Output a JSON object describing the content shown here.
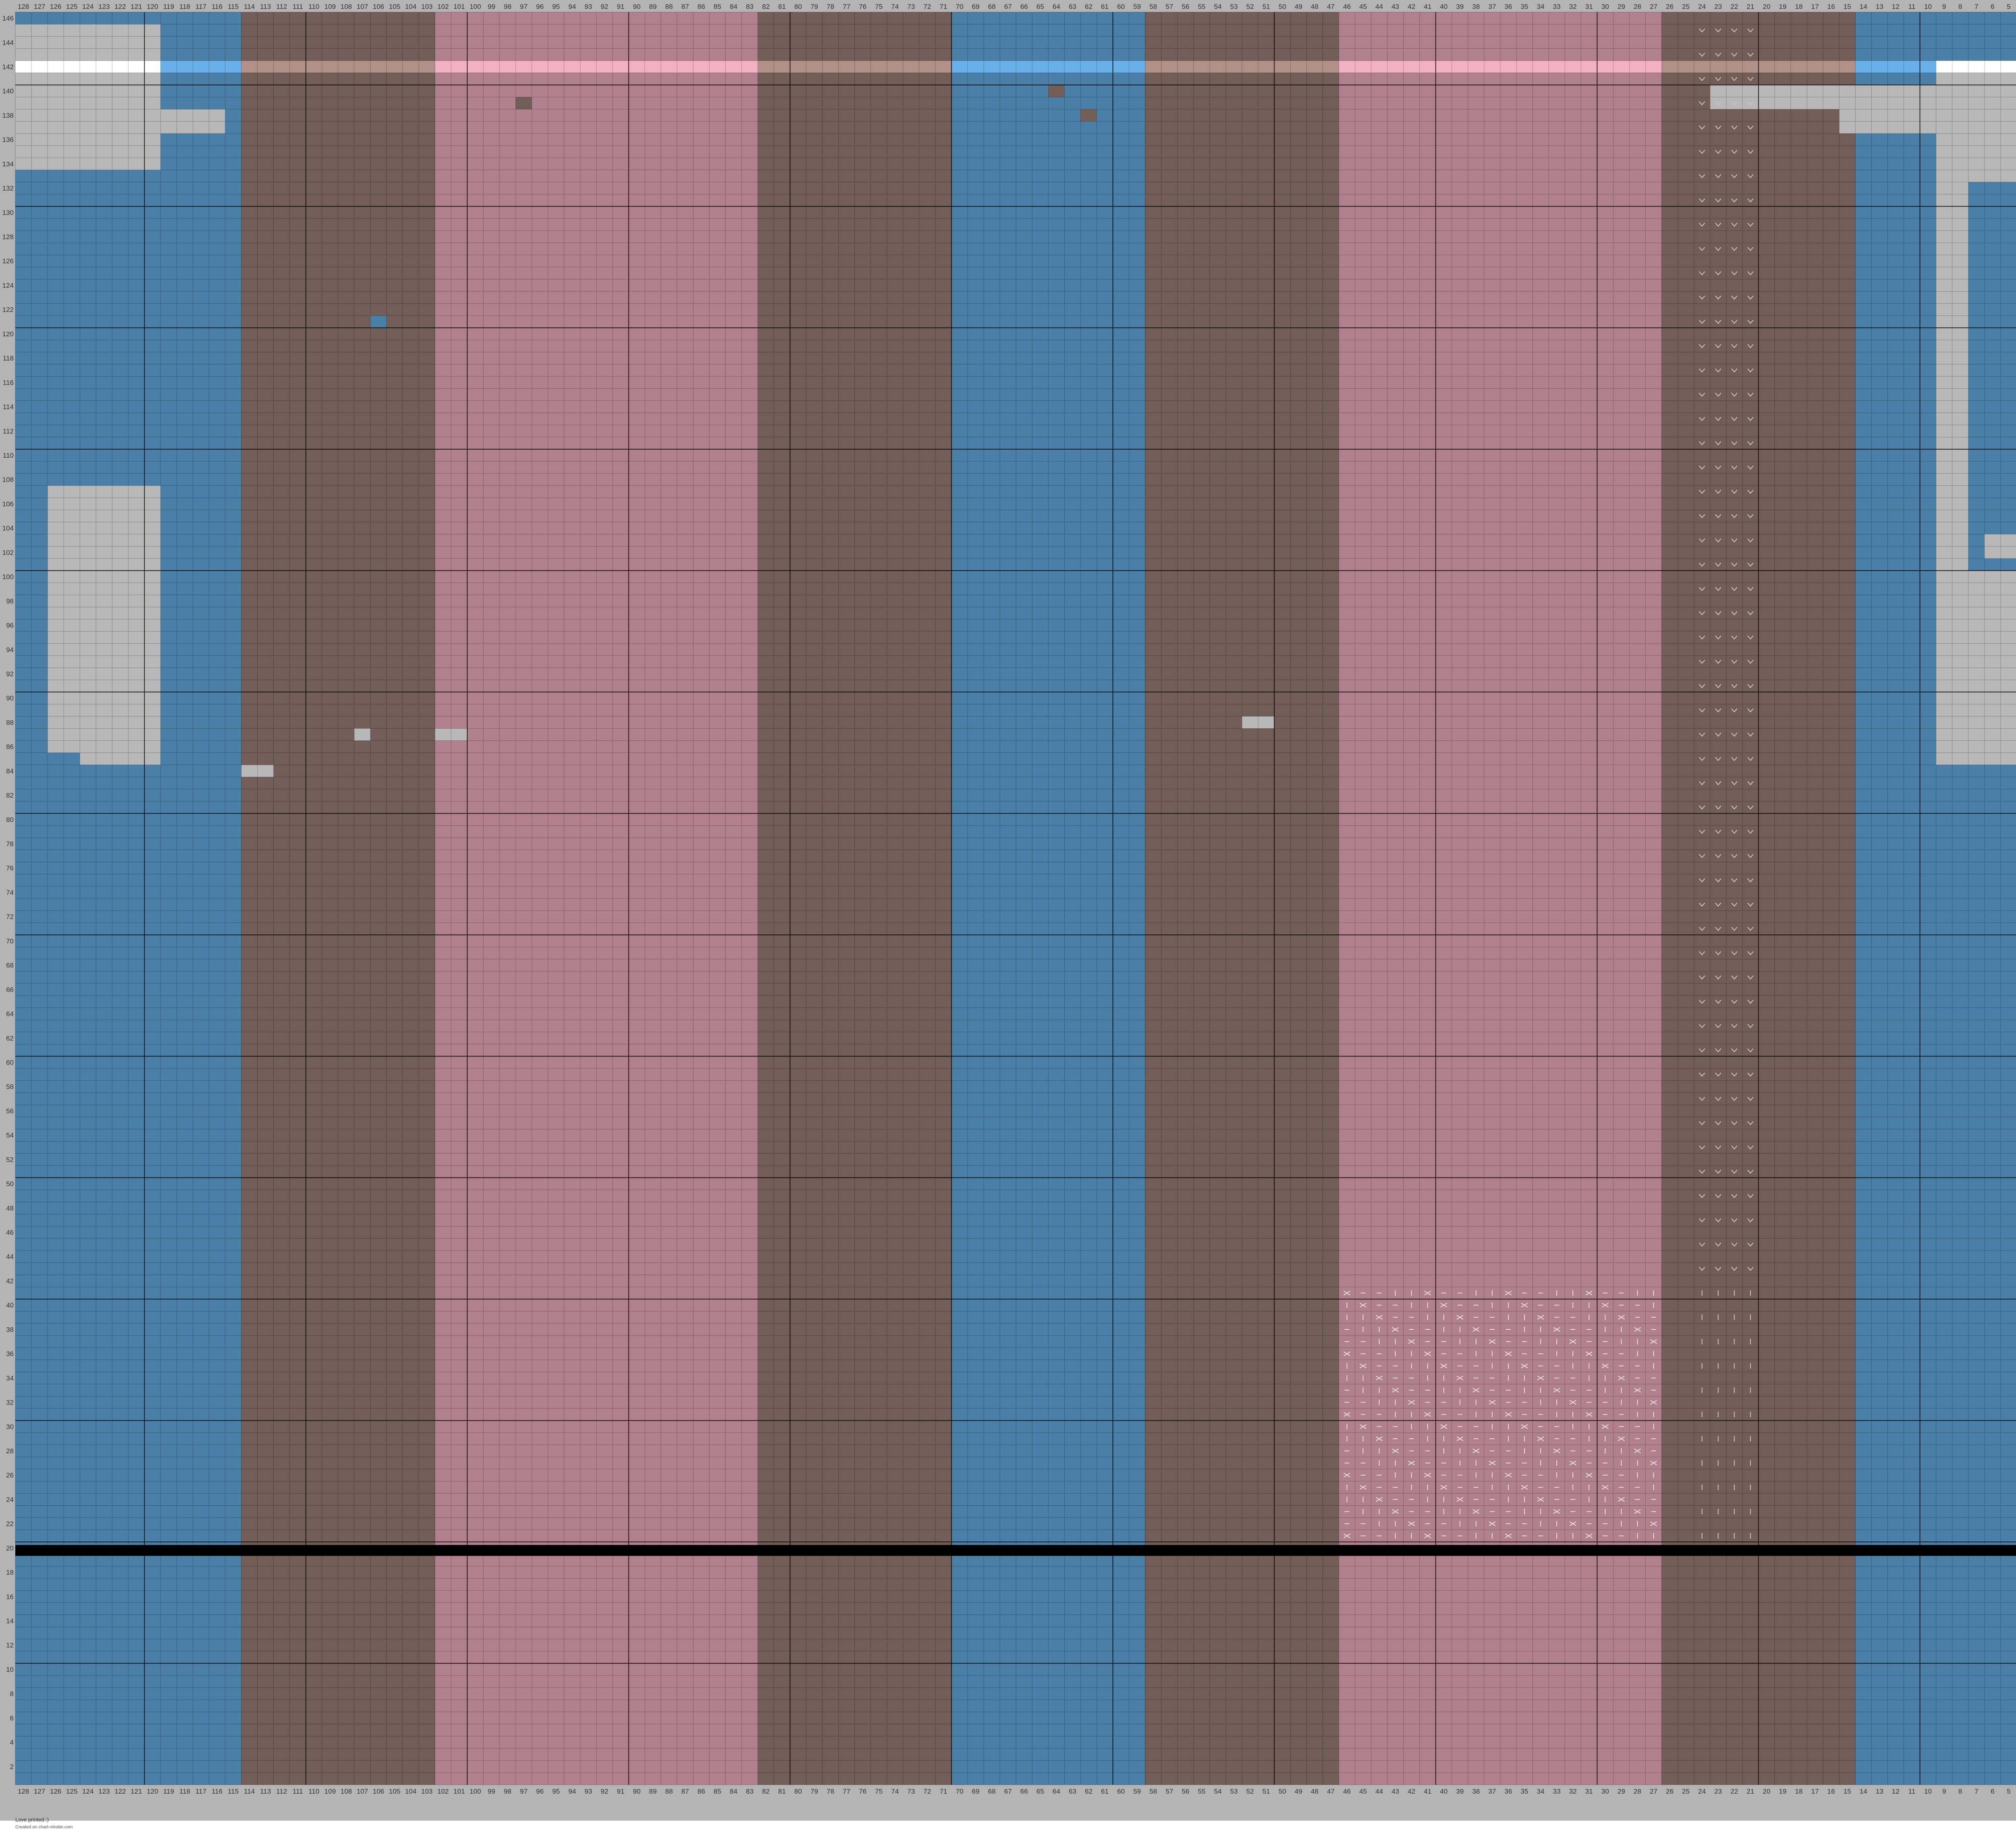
{
  "chart_data": {
    "type": "knitting-chart",
    "columns": 128,
    "rows": 146,
    "stripes": [
      {
        "from": 1,
        "to": 14,
        "color": "blue"
      },
      {
        "from": 15,
        "to": 26,
        "color": "brown"
      },
      {
        "from": 27,
        "to": 46,
        "color": "pink"
      },
      {
        "from": 47,
        "to": 58,
        "color": "brown"
      },
      {
        "from": 59,
        "to": 70,
        "color": "blue"
      },
      {
        "from": 71,
        "to": 82,
        "color": "brown"
      },
      {
        "from": 83,
        "to": 102,
        "color": "pink"
      },
      {
        "from": 103,
        "to": 114,
        "color": "brown"
      },
      {
        "from": 115,
        "to": 128,
        "color": "blue"
      }
    ],
    "highlight_row": 142,
    "divider_row": 20,
    "gray_regions": [
      {
        "cols": [
          120,
          128
        ],
        "rows": [
          134,
          145
        ]
      },
      {
        "cols": [
          116,
          119
        ],
        "rows": [
          137,
          138
        ]
      },
      {
        "cols": [
          120,
          126
        ],
        "rows": [
          86,
          107
        ]
      },
      {
        "cols": [
          120,
          124
        ],
        "rows": [
          85,
          86
        ]
      },
      {
        "cols": [
          1,
          9
        ],
        "rows": [
          85,
          141
        ]
      },
      {
        "cols": [
          10,
          15
        ],
        "rows": [
          137,
          140
        ]
      },
      {
        "cols": [
          16,
          23
        ],
        "rows": [
          139,
          140
        ]
      }
    ],
    "blue_pocket": {
      "cols": [
        1,
        7
      ],
      "rows": [
        101,
        132
      ]
    },
    "stitch_pattern": {
      "cols": [
        27,
        46
      ],
      "rows": [
        21,
        41
      ]
    },
    "stitch_column": {
      "cols": [
        21,
        24
      ],
      "rows": [
        21,
        146
      ]
    }
  },
  "colors": {
    "blue": "#4a7fa8",
    "brown": "#725e57",
    "pink": "#b0808e",
    "gray": "#b8b8b8",
    "highlight_white": "#ffffff",
    "highlight_blue": "#6ab0e8",
    "highlight_pink": "#f2b0c4",
    "highlight_brown": "#b09088",
    "divider": "#000000",
    "frame": "#b4b4b4"
  },
  "footer": {
    "line1": "Love printed :)",
    "line2": "Created on chart-minder.com"
  }
}
